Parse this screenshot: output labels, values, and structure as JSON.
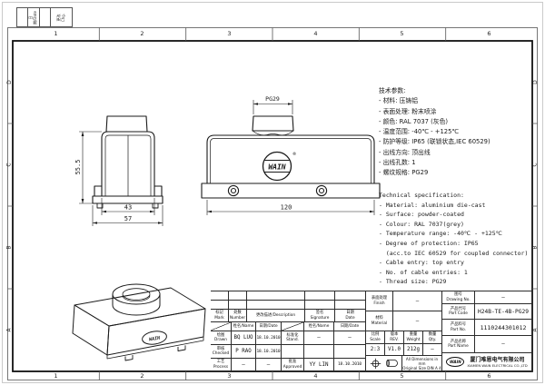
{
  "colors": {
    "line": "#1a1a1a",
    "paper": "#ffffff"
  },
  "frame": {
    "cols": [
      "1",
      "2",
      "3",
      "4",
      "5",
      "6"
    ],
    "rows": [
      "D",
      "C",
      "B",
      "A"
    ],
    "corner": {
      "date": "日期/Date",
      "chg": "更改\nChg."
    }
  },
  "views": {
    "side": {
      "dim_height": "55.5",
      "dim_body_width": "43",
      "dim_base_width": "57"
    },
    "front": {
      "dim_thread": "PG29",
      "dim_length": "120",
      "logo_text": "WAIN",
      "registered_mark": "®"
    },
    "iso": {
      "logo_text": "WAIN"
    }
  },
  "specs_cn": {
    "title": "技术参数:",
    "items": [
      "- 材料: 压铸铝",
      "- 表面处理: 粉末喷涂",
      "- 颜色: RAL 7037 (灰色)",
      "- 温度范围: -40℃ - +125℃",
      "- 防护等级: IP65 (联锁状态,IEC 60529)",
      "- 出线方向: 顶出线",
      "- 出线孔数: 1",
      "- 螺纹规格: PG29"
    ]
  },
  "specs_en": {
    "title": "Technical specification:",
    "items": [
      "- Material: aluminium die-cast",
      "- Surface: powder-coated",
      "- Colour: RAL 7037(grey)",
      "- Temperature range: -40℃ - +125℃",
      "- Degree of protection: IP65",
      "  (acc.to IEC 60529 for coupled connector)",
      "- Cable entry: top entry",
      "- No. of cable entries: 1",
      "- Thread size: PG29"
    ]
  },
  "title_block": {
    "revision_header": {
      "mark": "标记\nMark",
      "number": "处数\nNumber",
      "description": "更改描述/Description",
      "signature": "签名\nSignature",
      "date": "日期\nDate"
    },
    "sub_header": {
      "name": "姓名/Name",
      "date": "日期/Date"
    },
    "rows": {
      "drawn_label": "绘图\nDrawn",
      "drawn_name": "BQ LUO",
      "drawn_date": "18.10.2010",
      "stand_label": "标准化\nStand.",
      "stand_name": "–",
      "stand_date": "–",
      "checked_label": "审核\nChecked",
      "checked_name": "P RAO",
      "checked_date": "18.10.2010",
      "process_label": "工艺\nProcess",
      "process_name": "–",
      "process_date": "–",
      "approved_label": "批准\nApproved",
      "approved_name": "YY LIN",
      "approved_date": "18.10.2010"
    },
    "props": {
      "finish_label": "表面处理\nFinish",
      "finish_value": "–",
      "material_label": "材料\nMaterial",
      "material_value": "–",
      "scale_label": "比例\nScale",
      "scale_value": "2:3",
      "rev_label": "版本\nREV.",
      "rev_value": "V1.0",
      "weight_label": "重量\nWeight",
      "weight_value": "212g",
      "qty_label": "数量\nQty.",
      "qty_value": "–",
      "note_line1": "All Dimensions in mm",
      "note_line2": "Original Size DIN A 4"
    },
    "part": {
      "drawing_no_label": "图号\nDrawing No.",
      "drawing_no_value": "–",
      "part_code_label": "产品代号\nPart Code",
      "part_code_value": "H24B-TE-4B-PG29",
      "part_no_label": "产品料号\nPart No.",
      "part_no_value": "1110244301012",
      "part_name_label": "产品名称\nPart Name",
      "part_name_value": "–"
    },
    "company": {
      "logo": "WAIN",
      "name_cn": "厦门唯恩电气有限公司",
      "name_en": "XIAMEN WAIN ELECTRICAL CO.,LTD"
    }
  }
}
